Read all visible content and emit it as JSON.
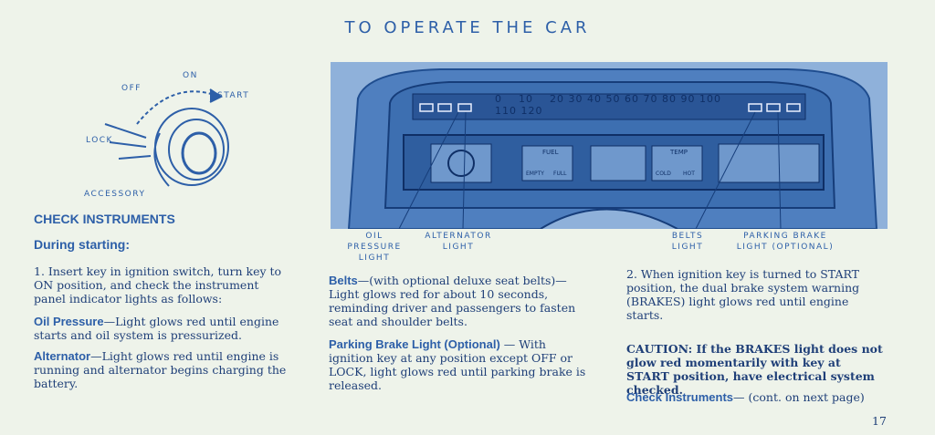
{
  "page": {
    "title": "TO OPERATE THE CAR",
    "page_number": "17"
  },
  "ignition": {
    "on": "ON",
    "off": "OFF",
    "start": "START",
    "lock": "LOCK",
    "accessory": "ACCESSORY"
  },
  "dashboard": {
    "oil_line1": "OIL",
    "oil_line2": "PRESSURE",
    "oil_line3": "LIGHT",
    "alt_line1": "ALTERNATOR",
    "alt_line2": "LIGHT",
    "belts_line1": "BELTS",
    "belts_line2": "LIGHT",
    "brake_line1": "PARKING BRAKE",
    "brake_line2": "LIGHT (OPTIONAL)",
    "fuel": "FUEL",
    "temp": "TEMP",
    "empty": "EMPTY",
    "full": "FULL",
    "cold": "COLD",
    "hot": "HOT",
    "speedo": [
      "0",
      "10",
      "20",
      "30",
      "40",
      "50",
      "60",
      "70",
      "80",
      "90",
      "100",
      "110",
      "120"
    ]
  },
  "left": {
    "heading": "CHECK INSTRUMENTS",
    "subheading": "During starting:",
    "step1": "1. Insert key in ignition switch, turn key to ON position, and check the instrument panel indicator lights as follows:",
    "oil_term": "Oil Pressure",
    "oil_text": "Light glows red until engine starts and oil system is pressurized.",
    "alt_term": "Alternator",
    "alt_text": "Light glows red until engine is running and alternator begins charging the battery."
  },
  "middle": {
    "belts_term": "Belts",
    "belts_text": "(with optional deluxe seat belts)—Light glows red for about 10 seconds, reminding driver and passengers to fasten seat and shoulder belts.",
    "brake_term": "Parking Brake Light (Optional)",
    "brake_text": "With ignition key at any position except OFF or LOCK, light glows red until parking brake is released."
  },
  "right": {
    "step2": "2. When ignition key is turned to START position, the dual brake system warning (BRAKES) light glows red until engine starts.",
    "caution": "CAUTION: If the BRAKES light does not glow red momentarily with key at START position, have electrical system checked.",
    "check_term": "Check Instruments",
    "check_text": "(cont. on next page)"
  }
}
